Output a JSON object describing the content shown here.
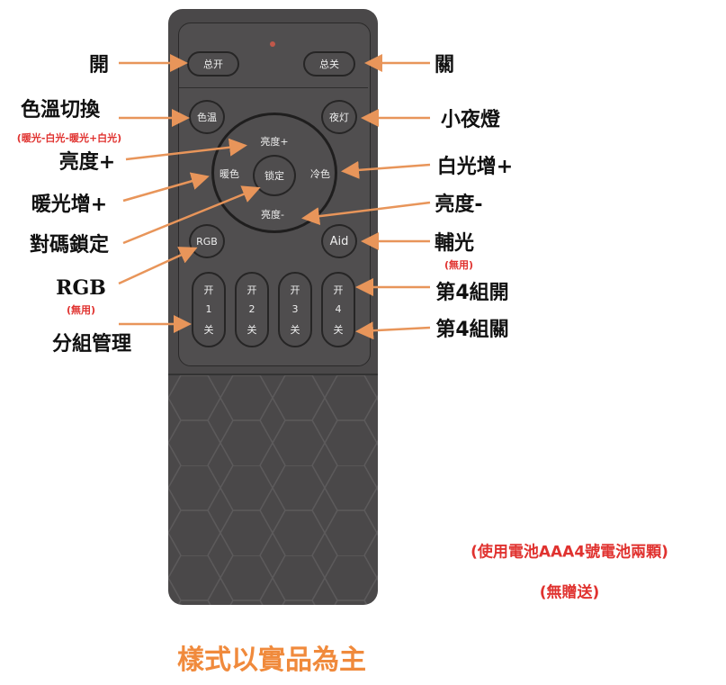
{
  "remote": {
    "power_on": "总开",
    "power_off": "总关",
    "color_temp": "色温",
    "night_light": "夜灯",
    "bright_up": "亮度+",
    "warm": "暖色",
    "lock": "锁定",
    "cool": "冷色",
    "bright_down": "亮度-",
    "rgb": "RGB",
    "aid": "Aid",
    "groups": [
      {
        "on": "开",
        "num": "1",
        "off": "关"
      },
      {
        "on": "开",
        "num": "2",
        "off": "关"
      },
      {
        "on": "开",
        "num": "3",
        "off": "关"
      },
      {
        "on": "开",
        "num": "4",
        "off": "关"
      }
    ]
  },
  "labels": {
    "on": "開",
    "off": "關",
    "color_temp": "色溫切換",
    "color_temp_note": "(暖光-白光-暖光+白光)",
    "bright_up": "亮度+",
    "warm_up": "暖光增+",
    "pair_lock": "對碼鎖定",
    "rgb": "RGB",
    "rgb_note": "(無用)",
    "group_mgmt": "分組管理",
    "night_light": "小夜燈",
    "white_up": "白光增+",
    "bright_down": "亮度-",
    "aux": "輔光",
    "aux_note": "(無用)",
    "group4_on": "第4組開",
    "group4_off": "第4組關"
  },
  "notes": {
    "battery": "(使用電池AAA4號電池兩顆)",
    "no_gift": "(無贈送)",
    "disclaimer": "樣式以實品為主"
  },
  "colors": {
    "arrow": "#e8955a",
    "remote": "#4a4849",
    "note_red": "#e0322f",
    "disclaimer": "#f08a3c"
  }
}
